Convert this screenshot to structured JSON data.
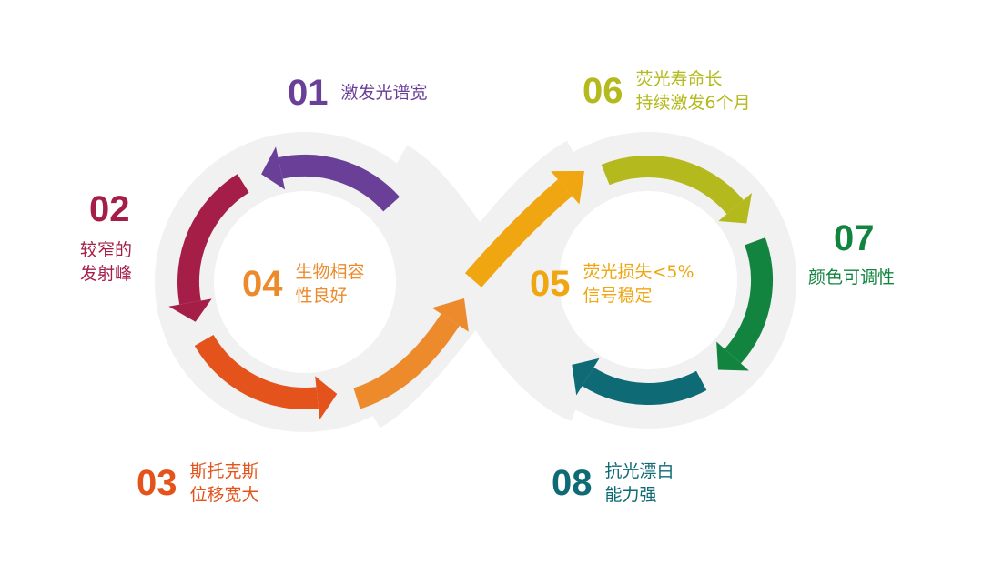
{
  "steps": [
    {
      "num": "01",
      "lines": [
        "激发光谱宽"
      ],
      "color": "#6a3f97"
    },
    {
      "num": "02",
      "lines": [
        "较窄的",
        "发射峰"
      ],
      "color": "#a41e48"
    },
    {
      "num": "03",
      "lines": [
        "斯托克斯",
        "位移宽大"
      ],
      "color": "#e4531b"
    },
    {
      "num": "04",
      "lines": [
        "生物相容",
        "性良好"
      ],
      "color": "#ec8a2c"
    },
    {
      "num": "05",
      "lines": [
        "荧光损失<5%",
        "信号稳定"
      ],
      "color": "#f0a611"
    },
    {
      "num": "06",
      "lines": [
        "荧光寿命长",
        "持续激发6个月"
      ],
      "color": "#b4b91d"
    },
    {
      "num": "07",
      "lines": [
        "颜色可调性"
      ],
      "color": "#13843f"
    },
    {
      "num": "08",
      "lines": [
        "抗光漂白",
        "能力强"
      ],
      "color": "#0e6a74"
    }
  ]
}
